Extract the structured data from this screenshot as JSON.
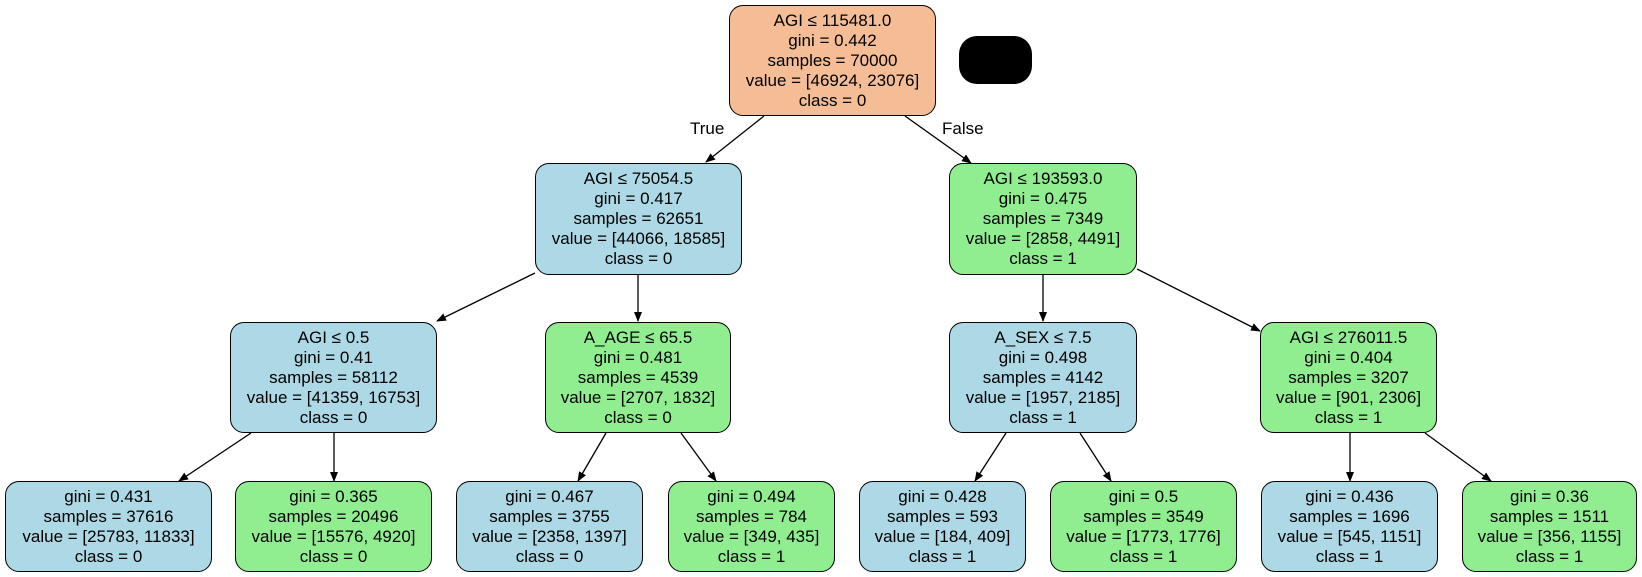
{
  "colors": {
    "root": "#f4bd96",
    "class0": "#add8e6",
    "class1": "#90ee90",
    "edge": "#000000"
  },
  "edge_labels": {
    "true": "True",
    "false": "False"
  },
  "nodes": {
    "n0": {
      "split": "AGI ≤ 115481.0",
      "gini": "gini = 0.442",
      "samples": "samples = 70000",
      "value": "value = [46924, 23076]",
      "cls": "class = 0"
    },
    "n1": {
      "split": "AGI ≤ 75054.5",
      "gini": "gini = 0.417",
      "samples": "samples = 62651",
      "value": "value = [44066, 18585]",
      "cls": "class = 0"
    },
    "n2": {
      "split": "AGI ≤ 193593.0",
      "gini": "gini = 0.475",
      "samples": "samples = 7349",
      "value": "value = [2858, 4491]",
      "cls": "class = 1"
    },
    "n3": {
      "split": "AGI ≤ 0.5",
      "gini": "gini = 0.41",
      "samples": "samples = 58112",
      "value": "value = [41359, 16753]",
      "cls": "class = 0"
    },
    "n4": {
      "split": "A_AGE ≤ 65.5",
      "gini": "gini = 0.481",
      "samples": "samples = 4539",
      "value": "value = [2707, 1832]",
      "cls": "class = 0"
    },
    "n5": {
      "split": "A_SEX ≤ 7.5",
      "gini": "gini = 0.498",
      "samples": "samples = 4142",
      "value": "value = [1957, 2185]",
      "cls": "class = 1"
    },
    "n6": {
      "split": "AGI ≤ 276011.5",
      "gini": "gini = 0.404",
      "samples": "samples = 3207",
      "value": "value = [901, 2306]",
      "cls": "class = 1"
    },
    "l1": {
      "gini": "gini = 0.431",
      "samples": "samples = 37616",
      "value": "value = [25783, 11833]",
      "cls": "class = 0"
    },
    "l2": {
      "gini": "gini = 0.365",
      "samples": "samples = 20496",
      "value": "value = [15576, 4920]",
      "cls": "class = 0"
    },
    "l3": {
      "gini": "gini = 0.467",
      "samples": "samples = 3755",
      "value": "value = [2358, 1397]",
      "cls": "class = 0"
    },
    "l4": {
      "gini": "gini = 0.494",
      "samples": "samples = 784",
      "value": "value = [349, 435]",
      "cls": "class = 1"
    },
    "l5": {
      "gini": "gini = 0.428",
      "samples": "samples = 593",
      "value": "value = [184, 409]",
      "cls": "class = 1"
    },
    "l6": {
      "gini": "gini = 0.5",
      "samples": "samples = 3549",
      "value": "value = [1773, 1776]",
      "cls": "class = 1"
    },
    "l7": {
      "gini": "gini = 0.436",
      "samples": "samples = 1696",
      "value": "value = [545, 1151]",
      "cls": "class = 1"
    },
    "l8": {
      "gini": "gini = 0.36",
      "samples": "samples = 1511",
      "value": "value = [356, 1155]",
      "cls": "class = 1"
    }
  }
}
